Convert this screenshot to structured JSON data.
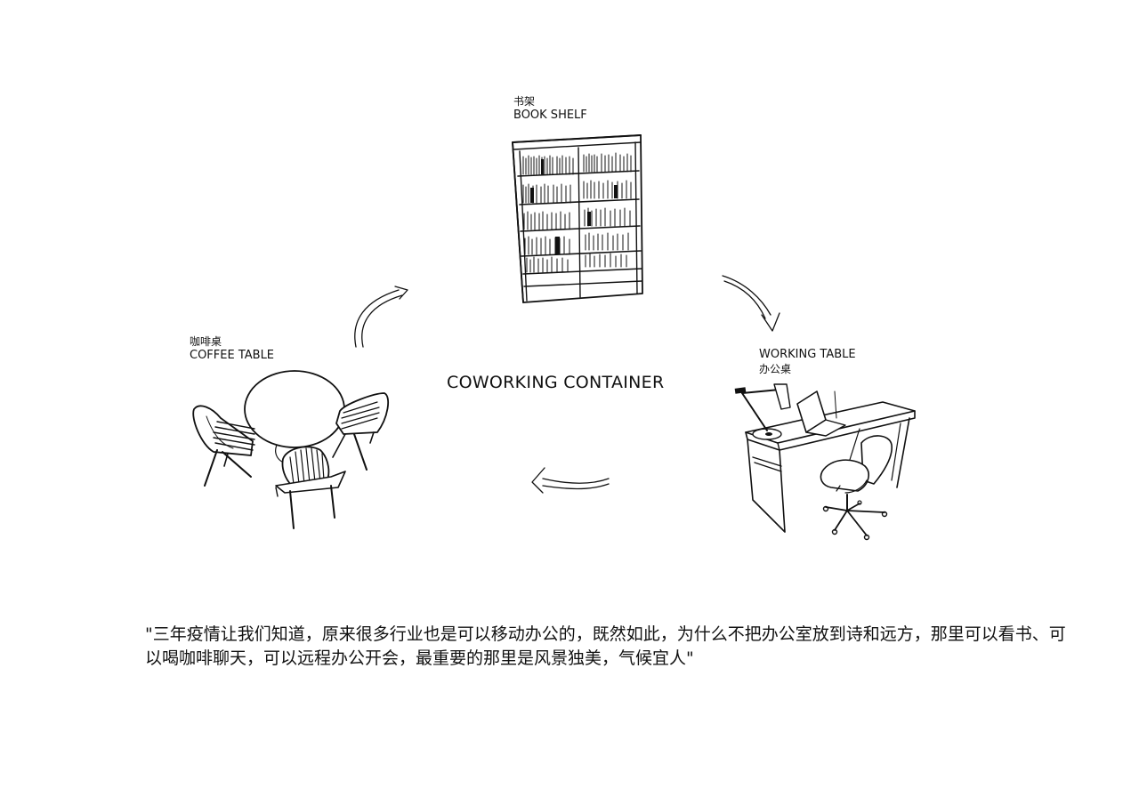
{
  "center": {
    "title": "COWORKING CONTAINER"
  },
  "book_shelf": {
    "label_cn": "书架",
    "label_en": "BOOK SHELF"
  },
  "coffee_table": {
    "label_cn": "咖啡桌",
    "label_en": "COFFEE TABLE"
  },
  "working_table": {
    "label_en": "WORKING TABLE",
    "label_cn": "办公桌"
  },
  "quote": "\"三年疫情让我们知道，原来很多行业也是可以移动办公的，既然如此，为什么不把办公室放到诗和远方，那里可以看书、可以喝咖啡聊天，可以远程办公开会，最重要的那里是风景独美，气候宜人\""
}
